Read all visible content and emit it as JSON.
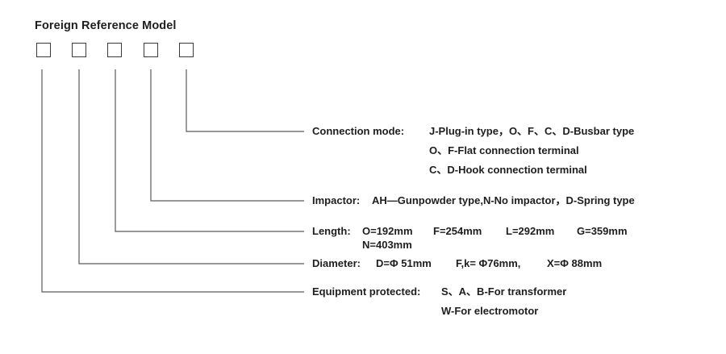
{
  "title": "Foreign Reference Model",
  "boxes": 5,
  "colors": {
    "text": "#1e1e1e",
    "lines": "#555555",
    "background": "#ffffff"
  },
  "items": {
    "connection": {
      "label": "Connection mode:",
      "lines": [
        "J-Plug-in type，O、F、C、D-Busbar type",
        "O、F-Flat connection terminal",
        "C、D-Hook connection terminal"
      ]
    },
    "impactor": {
      "label": "Impactor:",
      "value": "AH—Gunpowder type,N-No impactor，D-Spring type"
    },
    "length": {
      "label": "Length:",
      "values": [
        "O=192mm",
        "F=254mm",
        "L=292mm",
        "G=359mm",
        "N=403mm"
      ]
    },
    "diameter": {
      "label": "Diameter:",
      "values": [
        "D=Φ 51mm",
        "F,k= Φ76mm,",
        "X=Φ 88mm"
      ]
    },
    "equipment": {
      "label": "Equipment protected:",
      "lines": [
        "S、A、B-For transformer",
        "W-For electromotor"
      ]
    }
  }
}
